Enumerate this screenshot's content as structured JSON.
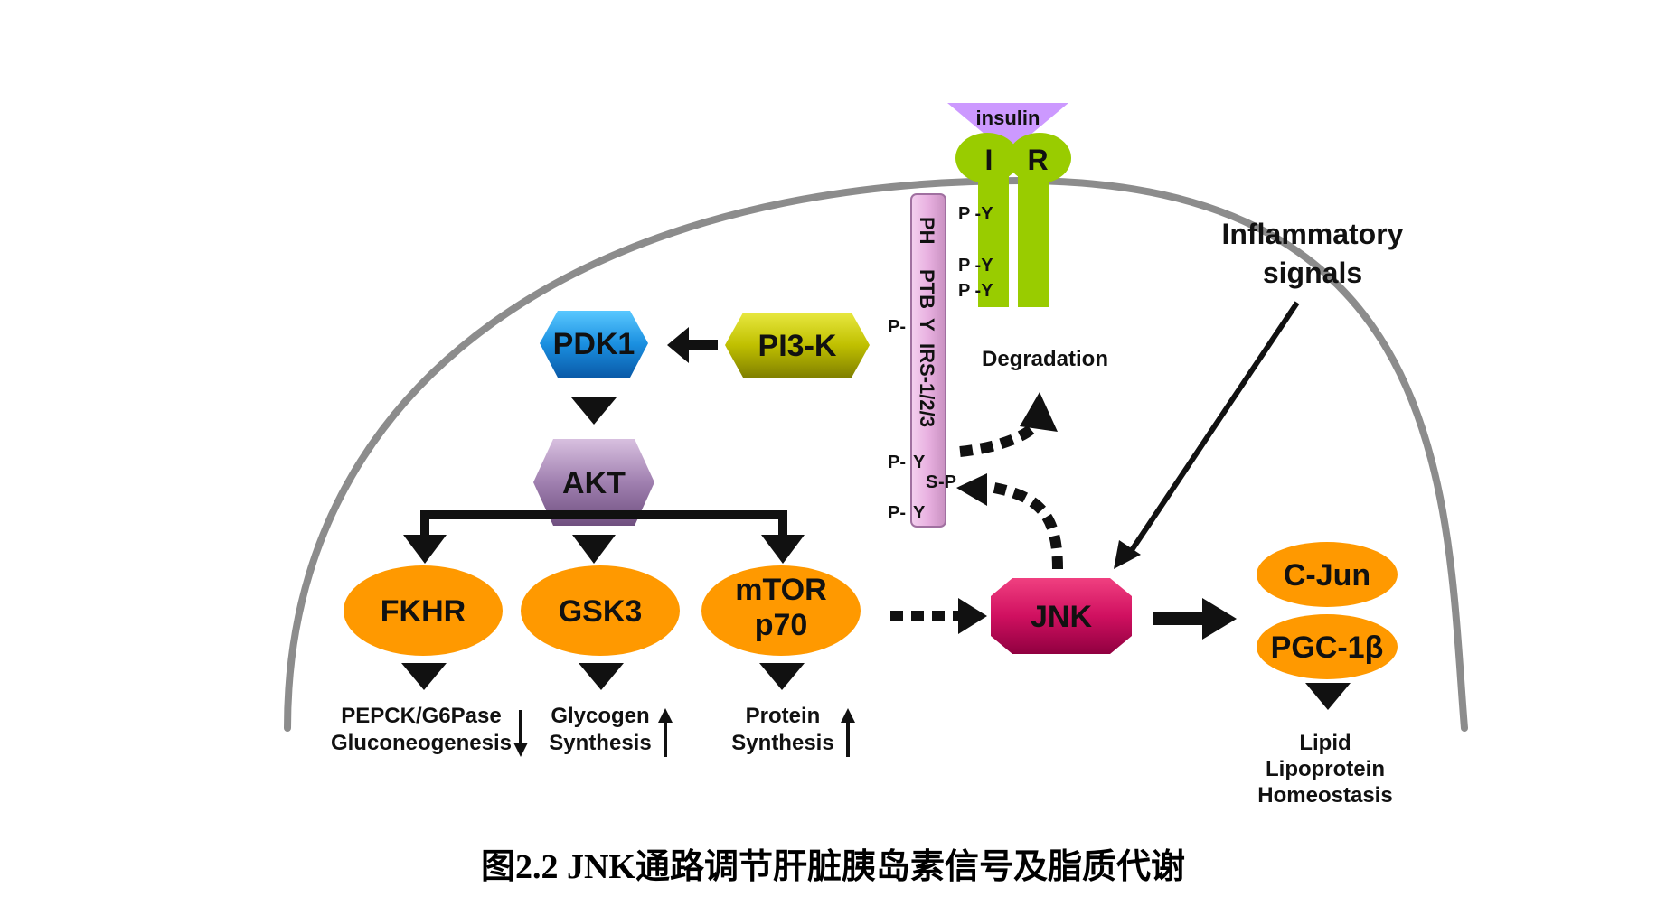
{
  "receptor": {
    "ligand": "insulin",
    "left_chain": "I",
    "right_chain": "R"
  },
  "irs": {
    "domains": [
      "PH",
      "PTB",
      "Y",
      "IRS-1/2/3"
    ],
    "phospho_labels": [
      "P-",
      "P-",
      "P-"
    ],
    "y_labels": [
      "Y",
      "Y"
    ],
    "ser_label": "S",
    "ser_p": "-P",
    "receptor_py": [
      "P -Y",
      "P -Y",
      "P -Y"
    ]
  },
  "nodes": {
    "pdk1": "PDK1",
    "pi3k": "PI3-K",
    "akt": "AKT",
    "fkhr": "FKHR",
    "gsk3": "GSK3",
    "mtor_line1": "mTOR",
    "mtor_line2": "p70",
    "jnk": "JNK",
    "cjun": "C-Jun",
    "pgc": "PGC-1β"
  },
  "outcomes": {
    "fkhr_line1": "PEPCK/G6Pase",
    "fkhr_line2": "Gluconeogenesis",
    "gsk3_line1": "Glycogen",
    "gsk3_line2": "Synthesis",
    "mtor_line1": "Protein",
    "mtor_line2": "Synthesis",
    "lipid_line1": "Lipid",
    "lipid_line2": "Lipoprotein",
    "lipid_line3": "Homeostasis"
  },
  "degradation": "Degradation",
  "inflammatory_line1": "Inflammatory",
  "inflammatory_line2": "signals",
  "caption": "图2.2 JNK通路调节肝脏胰岛素信号及脂质代谢",
  "colors": {
    "membrane": "#8c8c8c",
    "receptor": "#99cc00",
    "insulin": "#cc99ff",
    "irs": "#e8b0e0",
    "pdk1": "#1a8fe0",
    "pi3k": "#c8c800",
    "akt": "#a080b0",
    "orange": "#ff9900",
    "jnk": "#d01060"
  }
}
